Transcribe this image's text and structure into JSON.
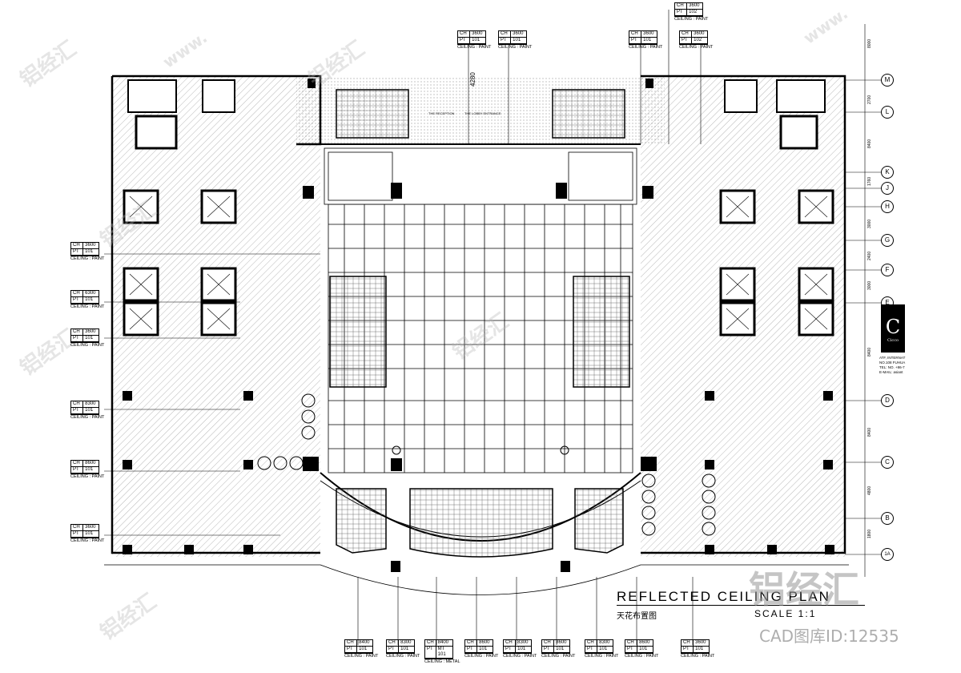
{
  "title": {
    "main": "REFLECTED  CEILING PLAN",
    "chinese": "天花布置图",
    "scale": "SCALE 1:1"
  },
  "watermark": {
    "brand": "铝经汇",
    "site": "www.",
    "cad_id": "CAD图库ID:12535"
  },
  "logo": {
    "glyph": "C",
    "name": "Cicco"
  },
  "company_info": [
    "ATF, INTERNAT",
    "NO.108 FUHUA",
    "TEL: NO. +86-7",
    "E-MAIL: asiant"
  ],
  "ceiling_label": "CEILING : PAINT",
  "ceiling_label_metal": "CEILING : METAL",
  "annotations": {
    "lobby_entrance": "THE LOBBY ENTRANCE",
    "reception": "THE RECEPTION",
    "dimension_top": "4280"
  },
  "tags_top": [
    {
      "ch": "3600",
      "pt": "101",
      "label": "CEILING : PAINT"
    },
    {
      "ch": "3600",
      "pt": "101",
      "label": "CEILING : PAINT"
    },
    {
      "ch": "3600",
      "pt": "102",
      "label": "CEILING : PAINT"
    },
    {
      "ch": "3600",
      "pt": "101",
      "label": "CEILING : PAINT"
    },
    {
      "ch": "3600",
      "pt": "102",
      "label": "CEILING : PAINT"
    }
  ],
  "tags_left": [
    {
      "ch": "3600",
      "pt": "101",
      "label": "CEILING : PAINT"
    },
    {
      "ch": "6300",
      "pt": "101",
      "label": "CEILING : PAINT"
    },
    {
      "ch": "3600",
      "pt": "101",
      "label": "CEILING : PAINT"
    },
    {
      "ch": "8300",
      "pt": "101",
      "label": "CEILING : PAINT"
    },
    {
      "ch": "8600",
      "pt": "101",
      "label": "CEILING : PAINT"
    },
    {
      "ch": "3600",
      "pt": "101",
      "label": "CEILING : PAINT"
    }
  ],
  "tags_bottom": [
    {
      "ch": "8400",
      "pt": "101",
      "label": "CEILING : PAINT"
    },
    {
      "ch": "8300",
      "pt": "101",
      "label": "CEILING : PAINT"
    },
    {
      "ch": "8400",
      "pt": "MT 101",
      "label": "CEILING : METAL"
    },
    {
      "ch": "8600",
      "pt": "101",
      "label": "CEILING : PAINT"
    },
    {
      "ch": "8300",
      "pt": "101",
      "label": "CEILING : PAINT"
    },
    {
      "ch": "8600",
      "pt": "101",
      "label": "CEILING : PAINT"
    },
    {
      "ch": "8300",
      "pt": "101",
      "label": "CEILING : PAINT"
    },
    {
      "ch": "8600",
      "pt": "101",
      "label": "CEILING : PAINT"
    },
    {
      "ch": "3600",
      "pt": "101",
      "label": "CEILING : PAINT"
    }
  ],
  "grid_rows": [
    "M",
    "L",
    "K",
    "J",
    "H",
    "G",
    "F",
    "E",
    "D",
    "C",
    "B",
    "1A"
  ],
  "grid_dims": [
    "8000",
    "2700",
    "8400",
    "1760",
    "3000",
    "2400",
    "3000",
    "8400",
    "8400",
    "4800",
    "1800"
  ]
}
